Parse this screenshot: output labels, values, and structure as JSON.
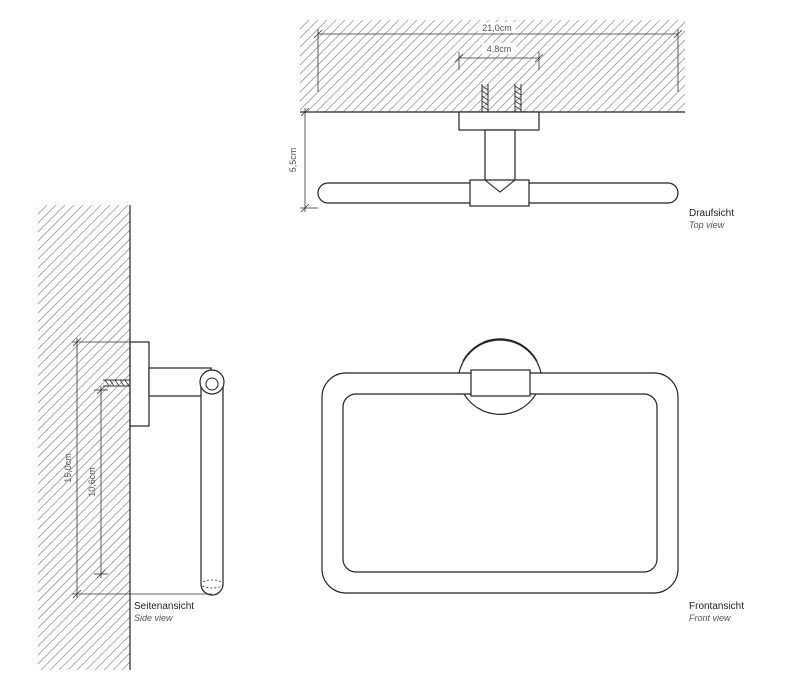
{
  "dimensions": {
    "top_overall_width": "21,0cm",
    "top_screw_spacing": "4,8cm",
    "top_projection": "5,5cm",
    "side_height": "15,0cm",
    "side_screw_height": "10,6cm"
  },
  "views": {
    "top": {
      "title": "Draufsicht",
      "subtitle": "Top view"
    },
    "side": {
      "title": "Seitenansicht",
      "subtitle": "Side view"
    },
    "front": {
      "title": "Frontansicht",
      "subtitle": "Front view"
    }
  },
  "colors": {
    "line": "#222222",
    "hatch": "#9a9a9a",
    "background": "#ffffff"
  }
}
